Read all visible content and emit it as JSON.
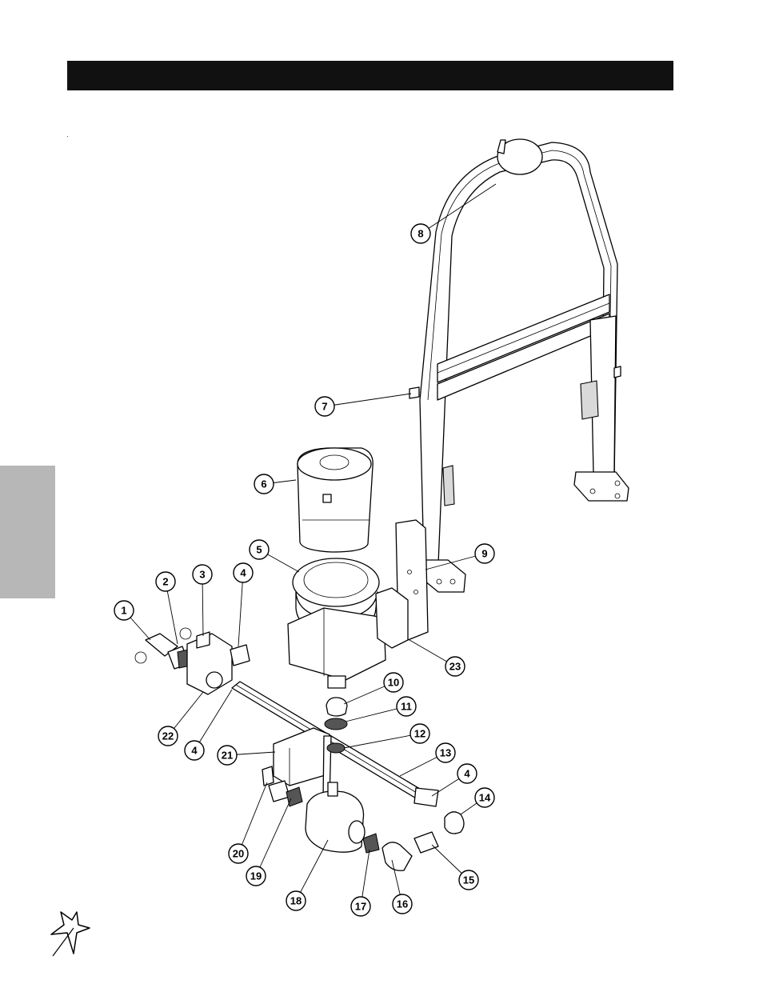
{
  "callouts": [
    {
      "n": "1"
    },
    {
      "n": "2"
    },
    {
      "n": "3"
    },
    {
      "n": "4"
    },
    {
      "n": "5"
    },
    {
      "n": "6"
    },
    {
      "n": "7"
    },
    {
      "n": "8"
    },
    {
      "n": "9"
    },
    {
      "n": "10"
    },
    {
      "n": "11"
    },
    {
      "n": "12"
    },
    {
      "n": "13"
    },
    {
      "n": "4"
    },
    {
      "n": "14"
    },
    {
      "n": "15"
    },
    {
      "n": "16"
    },
    {
      "n": "17"
    },
    {
      "n": "18"
    },
    {
      "n": "19"
    },
    {
      "n": "20"
    },
    {
      "n": "21"
    },
    {
      "n": "22"
    },
    {
      "n": "4"
    },
    {
      "n": "23"
    }
  ],
  "colors": {
    "header_bar": "#111111",
    "side_tab": "#b7b7b7"
  },
  "icons": {
    "logo": "star-burst-logo-icon"
  }
}
